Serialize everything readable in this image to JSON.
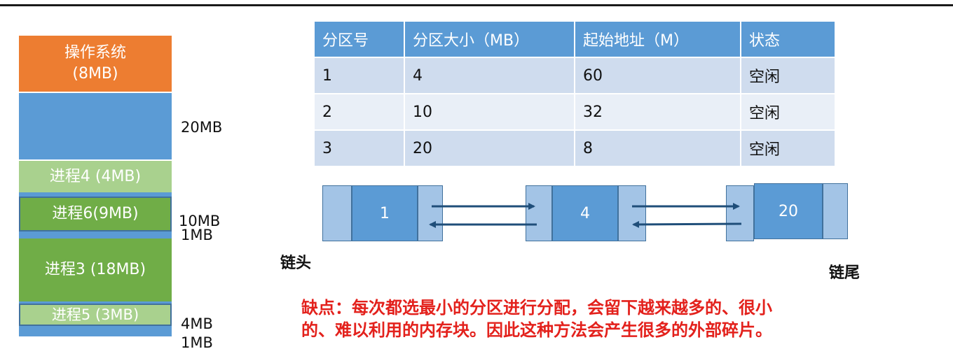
{
  "memory": {
    "os": {
      "line1": "操作系统",
      "line2": "(8MB)"
    },
    "blocks": {
      "proc4": "进程4 (4MB)",
      "proc6": "进程6(9MB)",
      "proc3": "进程3 (18MB)",
      "proc5": "进程5 (3MB)"
    },
    "size_labels": {
      "s20": "20MB",
      "s10": "10MB",
      "s1a": "1MB",
      "s4": "4MB",
      "s1b": "1MB"
    }
  },
  "table": {
    "headers": [
      "分区号",
      "分区大小（MB）",
      "起始地址（M）",
      "状态"
    ],
    "rows": [
      [
        "1",
        "4",
        "60",
        "空闲"
      ],
      [
        "2",
        "10",
        "32",
        "空闲"
      ],
      [
        "3",
        "20",
        "8",
        "空闲"
      ]
    ]
  },
  "list": {
    "nodes": [
      "1",
      "4",
      "20"
    ],
    "head_label": "链头",
    "tail_label": "链尾"
  },
  "note": {
    "line1": "缺点：每次都选最小的分区进行分配，会留下越来越多的、很小",
    "line2": "的、难以利用的内存块。因此这种方法会产生很多的外部碎片。"
  },
  "colors": {
    "os": "#ed7d31",
    "free": "#5b9bd5",
    "process_light": "#a9d18e",
    "process_dark": "#70ad47",
    "note_text": "#e3211c"
  }
}
